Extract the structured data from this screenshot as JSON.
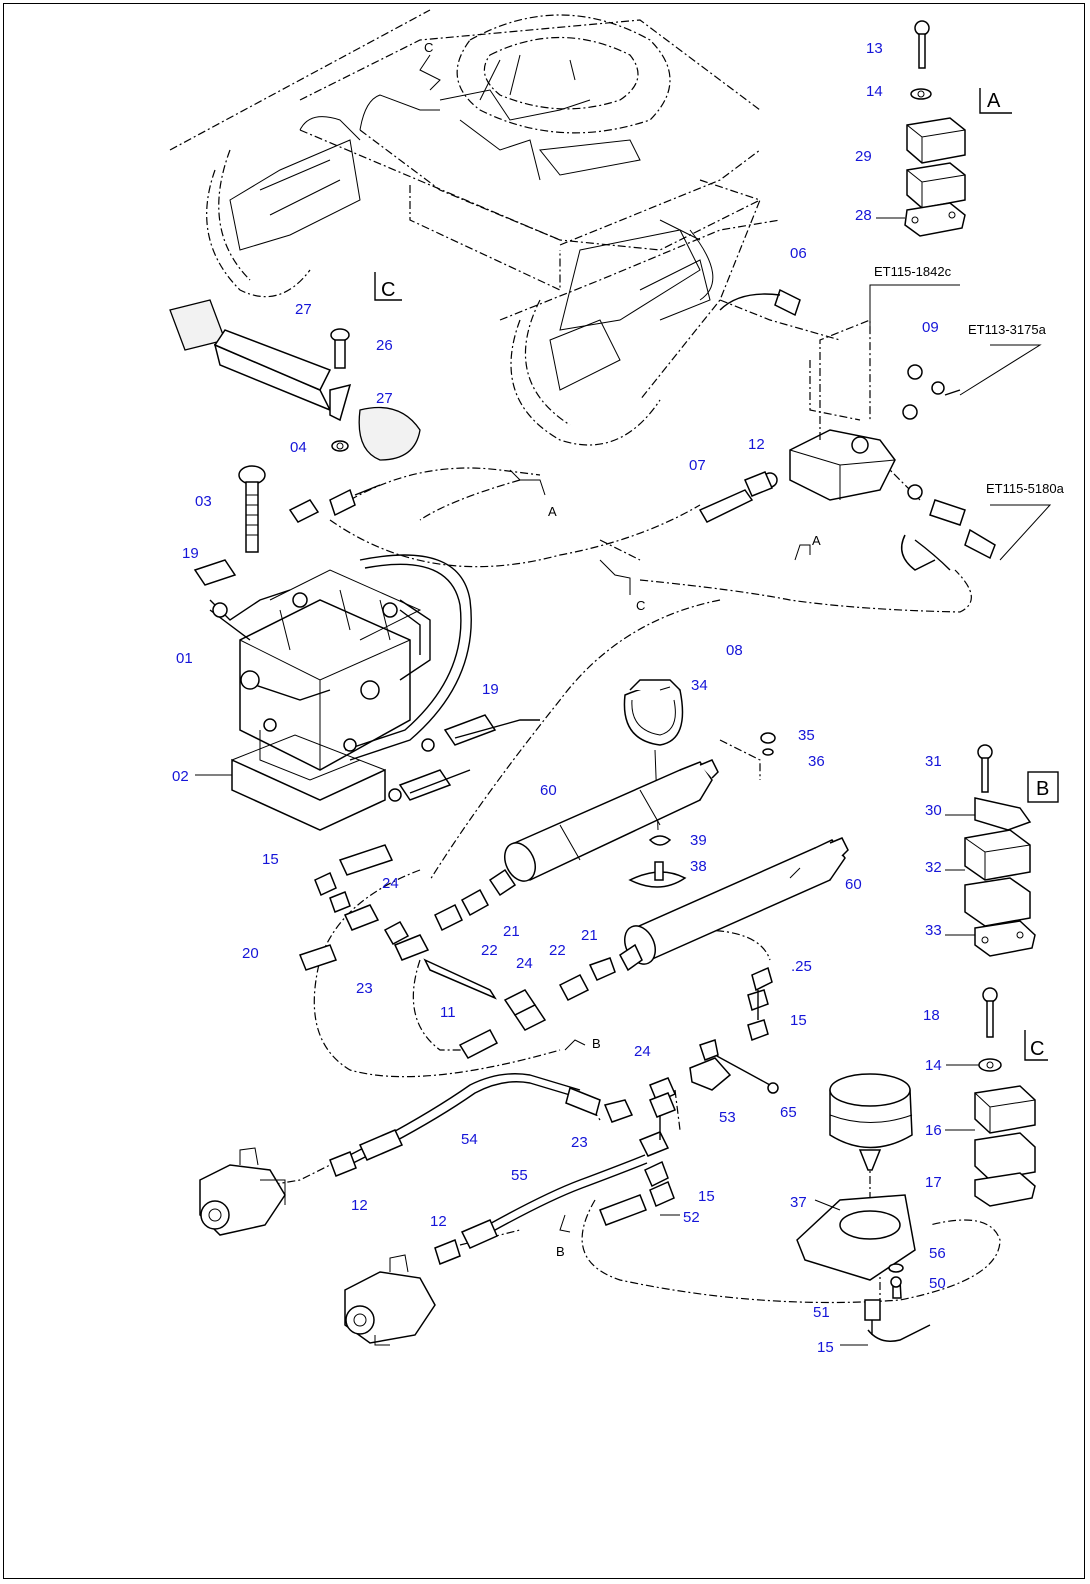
{
  "diagram": {
    "view_refs": {
      "a": "A",
      "b": "B",
      "c": "C"
    },
    "codes": {
      "c1": "ET115-1842c",
      "c2": "ET113-3175a",
      "c3": "ET115-5180a"
    },
    "labels": {
      "l13": "13",
      "l14a": "14",
      "l29": "29",
      "l28": "28",
      "l06": "06",
      "l09": "09",
      "l27a": "27",
      "l26": "26",
      "l27b": "27",
      "l04": "04",
      "l03": "03",
      "l12a": "12",
      "l07": "07",
      "l19a": "19",
      "l01": "01",
      "l08": "08",
      "l19b": "19",
      "l34": "34",
      "l35": "35",
      "l36": "36",
      "l02": "02",
      "l60a": "60",
      "l39": "39",
      "l38": "38",
      "l60b": "60",
      "l15a": "15",
      "l24a": "24",
      "l31": "31",
      "l30": "30",
      "l32": "32",
      "l33": "33",
      "l21a": "21",
      "l22a": "22",
      "l20": "20",
      "l23a": "23",
      "l22b": "22",
      "l21b": "21",
      "l24b": "24",
      "l25": ".25",
      "l11": "11",
      "l15b": "15",
      "l18": "18",
      "l14b": "14",
      "l24c": "24",
      "l53": "53",
      "l65": "65",
      "l23b": "23",
      "l54": "54",
      "l16": "16",
      "l17": "17",
      "l55": "55",
      "l15c": "15",
      "l37": "37",
      "l12b": "12",
      "l12c": "12",
      "l52": "52",
      "l56": "56",
      "l50": "50",
      "l51": "51",
      "l15d": "15"
    }
  }
}
